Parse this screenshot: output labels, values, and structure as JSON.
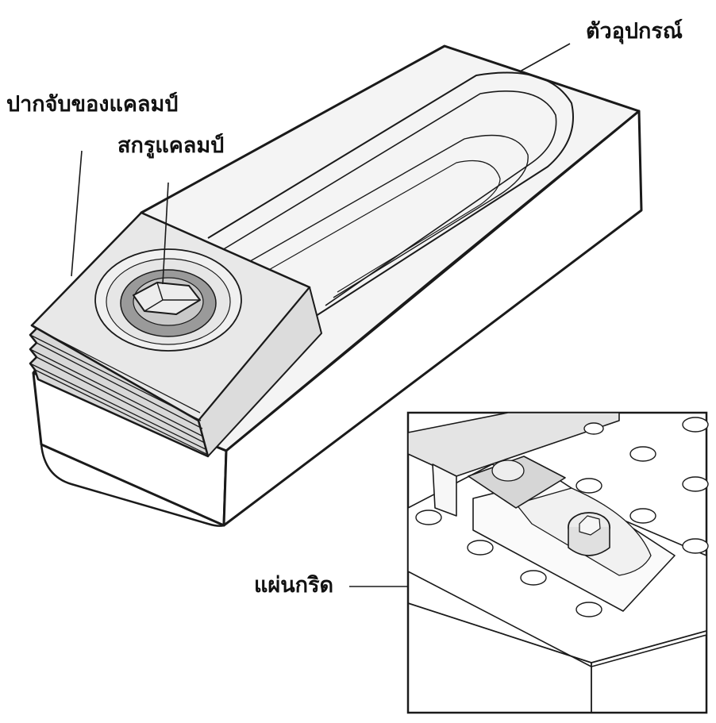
{
  "labels": {
    "clamp_jaw": "ปากจับของแคลมป์",
    "clamp_screw": "สกรูแคลมป์",
    "fixture_body": "ตัวอุปกรณ์",
    "grid_plate": "แผ่นกริด"
  },
  "colors": {
    "line": "#1a1a1a",
    "body_top": "#f4f4f4",
    "body_side": "#ffffff",
    "jaw": "#e3e3e3",
    "washer": "#9a9a9a",
    "inset_bg": "#ffffff"
  }
}
